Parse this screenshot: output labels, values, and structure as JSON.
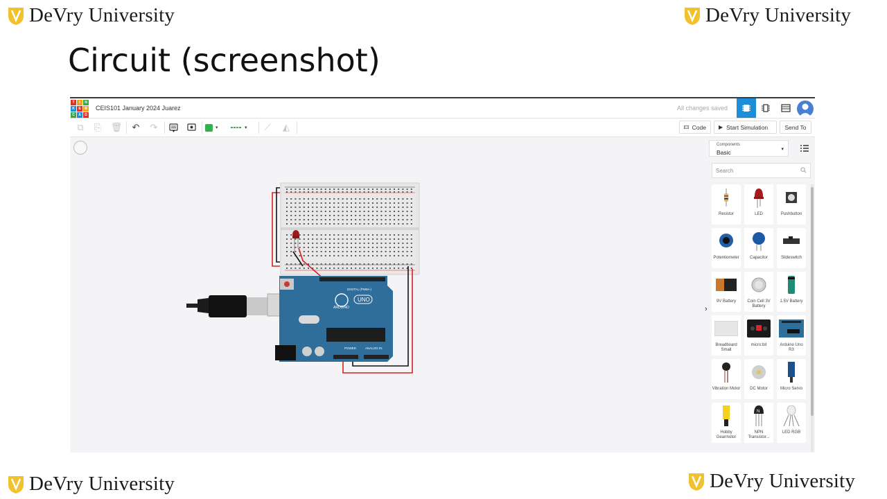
{
  "slide": {
    "brand": "DeVry University",
    "title": "Circuit (screenshot)"
  },
  "app": {
    "logo_letters": [
      "T",
      "I",
      "N",
      "K",
      "E",
      "R",
      "C",
      "A",
      "D"
    ],
    "logo_colors": [
      "#e2312b",
      "#f0a21e",
      "#3aa54a",
      "#1a8fd6",
      "#e2312b",
      "#f0a21e",
      "#3aa54a",
      "#1a8fd6",
      "#e2312b"
    ],
    "project_title": "CEIS101 January 2024 Juarez",
    "save_status": "All changes saved",
    "toolbar": {
      "code_label": "Code",
      "start_simulation_label": "Start Simulation",
      "send_to_label": "Send To",
      "fill_color": "#2fb34a",
      "wire_color": "#2fb34a"
    },
    "panel": {
      "components_label": "Components",
      "components_value": "Basic",
      "search_placeholder": "Search",
      "components": [
        {
          "label": "Resistor"
        },
        {
          "label": "LED"
        },
        {
          "label": "Pushbutton"
        },
        {
          "label": "Potentiometer"
        },
        {
          "label": "Capacitor"
        },
        {
          "label": "Slideswitch"
        },
        {
          "label": "9V Battery"
        },
        {
          "label": "Coin Cell 3V Battery"
        },
        {
          "label": "1.5V Battery"
        },
        {
          "label": "Breadboard Small"
        },
        {
          "label": "micro:bit"
        },
        {
          "label": "Arduino Uno R3"
        },
        {
          "label": "Vibration Motor"
        },
        {
          "label": "DC Motor"
        },
        {
          "label": "Micro Servo"
        },
        {
          "label": "Hobby Gearmotor"
        },
        {
          "label": "NPN Transistor..."
        },
        {
          "label": "LED RGB"
        }
      ]
    },
    "board": {
      "logo_text": "UNO",
      "brand_text": "ARDUINO",
      "digital_label": "DIGITAL (PWM~)",
      "power_label": "POWER",
      "analog_label": "ANALOG IN"
    }
  }
}
